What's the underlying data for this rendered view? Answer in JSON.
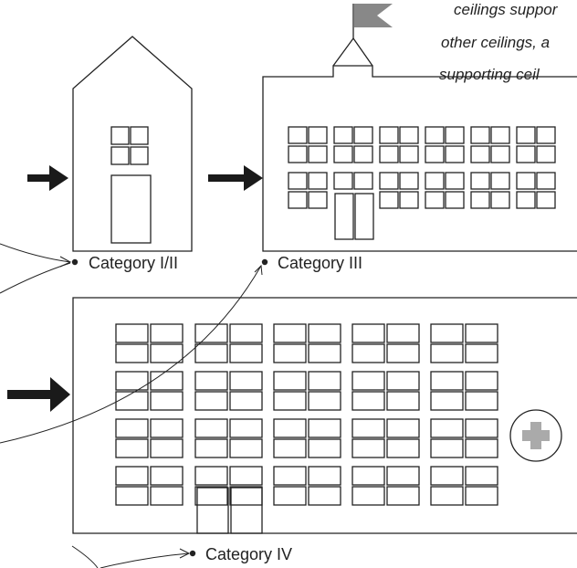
{
  "caption_lines": [
    "ceilings suppor",
    "other ceilings, a",
    "supporting ceil"
  ],
  "categories": {
    "cat12": "Category I/II",
    "cat3": "Category III",
    "cat4": "Category IV"
  },
  "colors": {
    "stroke": "#222222",
    "flag": "#888888",
    "cross": "#aaaaaa",
    "background": "#ffffff"
  },
  "icons": {
    "house": "house-icon",
    "school": "school-icon",
    "hospital": "hospital-icon",
    "cross": "medical-cross-icon",
    "flag": "flag-icon"
  }
}
